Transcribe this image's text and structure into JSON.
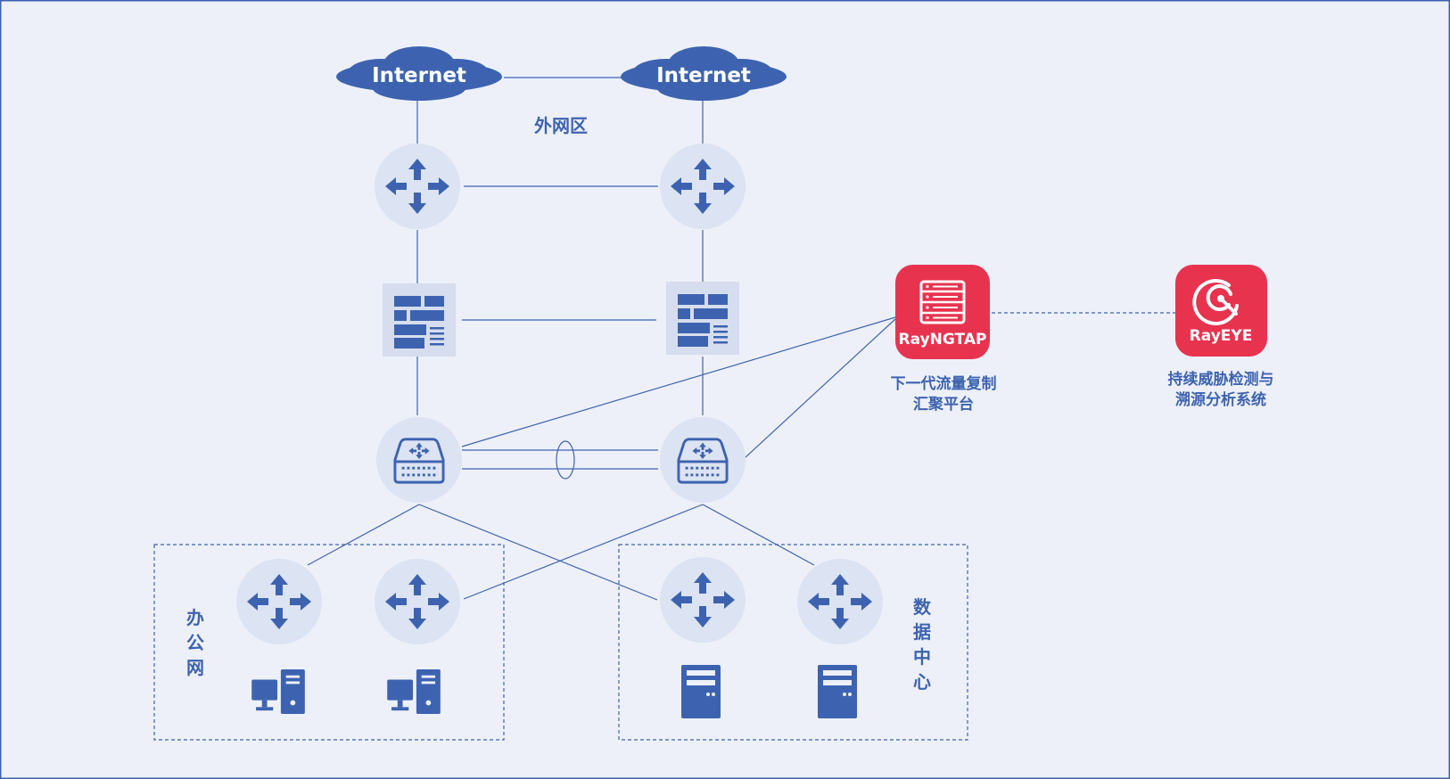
{
  "colors": {
    "background": "#edf0f9",
    "border": "#3d63b0",
    "primary_blue": "#3d63b0",
    "node_circle": "#dce3f2",
    "line": "#3d63b0",
    "app_red": "#e8334f",
    "text_white": "#ffffff"
  },
  "clouds": [
    {
      "label": "Internet",
      "icon": "cloud-icon"
    },
    {
      "label": "Internet",
      "icon": "cloud-icon"
    }
  ],
  "zones": {
    "external": "外网区",
    "office_chars": [
      "办",
      "公",
      "网"
    ],
    "datacenter_chars": [
      "数",
      "据",
      "中",
      "心"
    ]
  },
  "apps": {
    "ngtap": {
      "name": "RayNGTAP",
      "icon": "server-rack-icon",
      "desc_lines": [
        "下一代流量复制",
        "汇聚平台"
      ]
    },
    "eye": {
      "name": "RayEYE",
      "icon": "radar-eye-icon",
      "desc_lines": [
        "持续威胁检测与",
        "溯源分析系统"
      ]
    }
  },
  "devices": {
    "edge_router": "router-icon",
    "firewall": "firewall-icon",
    "core_switch": "core-switch-icon",
    "access_switch": "router-icon",
    "pc": "desktop-pc-icon",
    "server": "server-tower-icon"
  }
}
